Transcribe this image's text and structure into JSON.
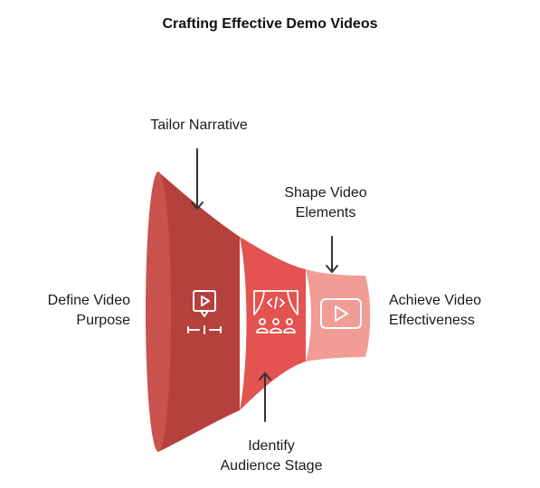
{
  "title": "Crafting Effective Demo Videos",
  "labels": {
    "tailor_narrative": "Tailor Narrative",
    "shape_video_elements": [
      "Shape Video",
      "Elements"
    ],
    "define_video_purpose": [
      "Define Video",
      "Purpose"
    ],
    "achieve_video_effectiveness": [
      "Achieve Video",
      "Effectiveness"
    ],
    "identify_audience_stage": [
      "Identify",
      "Audience Stage"
    ]
  },
  "icons": {
    "stage1": "video-timeline-icon",
    "stage2": "audience-stage-icon",
    "stage3": "play-button-icon"
  },
  "colors": {
    "stage1": "#b5413d",
    "stage1_rim": "#c9524d",
    "stage2": "#e3534f",
    "stage3": "#f19c95",
    "text": "#1a1a1a",
    "arrow": "#333333"
  }
}
